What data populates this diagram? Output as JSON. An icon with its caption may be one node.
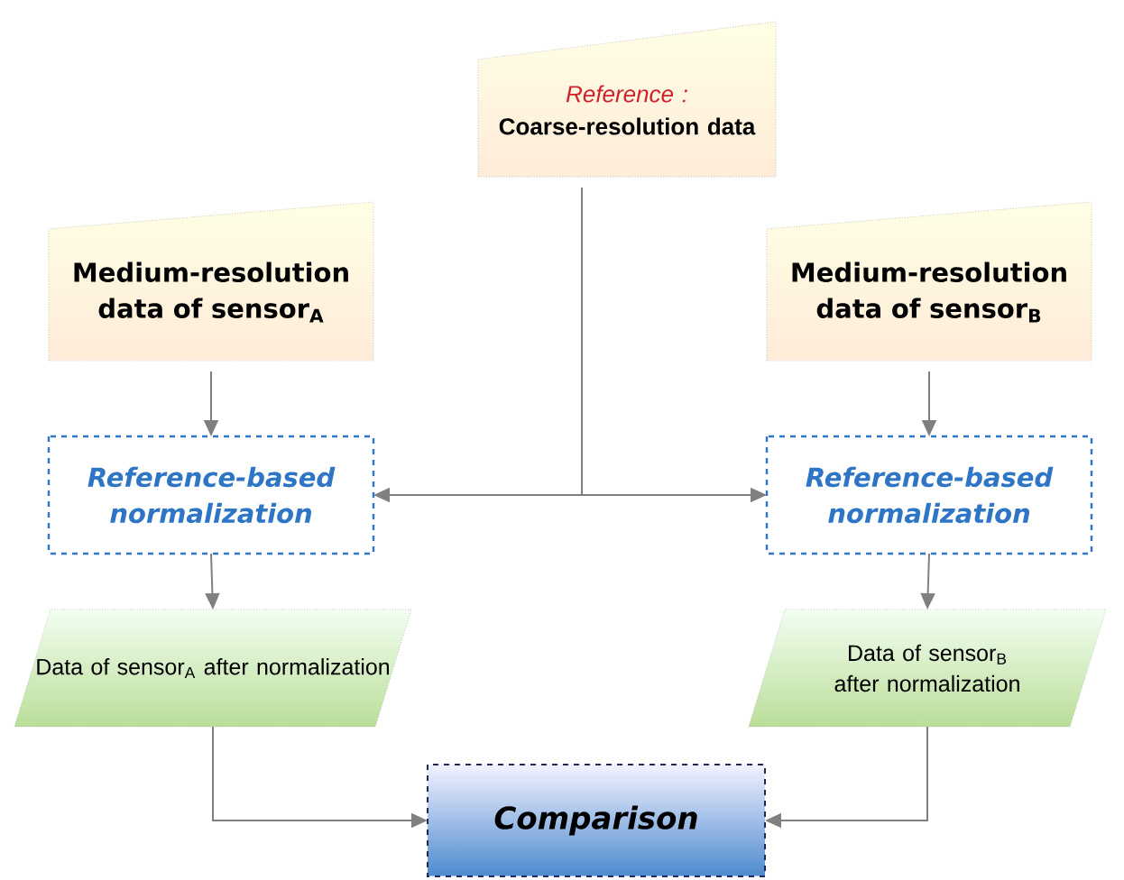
{
  "diagram": {
    "nodes": [
      {
        "text": [
          "Reference :",
          "Coarse-resolution data"
        ]
      },
      {
        "text": [
          "Medium-resolution data of sensor$_{A}$"
        ]
      },
      {
        "text": [
          "Medium-resolution data of sensor$_{B}$"
        ]
      },
      {
        "text": [
          "Reference-based normalization"
        ]
      },
      {
        "text": [
          "Reference-based normalization"
        ]
      },
      {
        "text": [
          "Data of sensor$_{A}$ after normalization"
        ]
      },
      {
        "text": [
          "Data of sensor$_{B}$ after normalization"
        ]
      },
      {
        "text": [
          "Comparison"
        ]
      }
    ],
    "edges": [
      {
        "from": 0,
        "to": 3,
        "arrow": "to"
      },
      {
        "from": 0,
        "to": 4,
        "arrow": "to"
      },
      {
        "from": 1,
        "to": 3,
        "arrow": "to"
      },
      {
        "from": 2,
        "to": 4,
        "arrow": "to"
      },
      {
        "from": 3,
        "to": 5,
        "arrow": "to"
      },
      {
        "from": 4,
        "to": 6,
        "arrow": "to"
      },
      {
        "from": 5,
        "to": 7,
        "arrow": "to"
      },
      {
        "from": 6,
        "to": 7,
        "arrow": "to"
      }
    ]
  }
}
